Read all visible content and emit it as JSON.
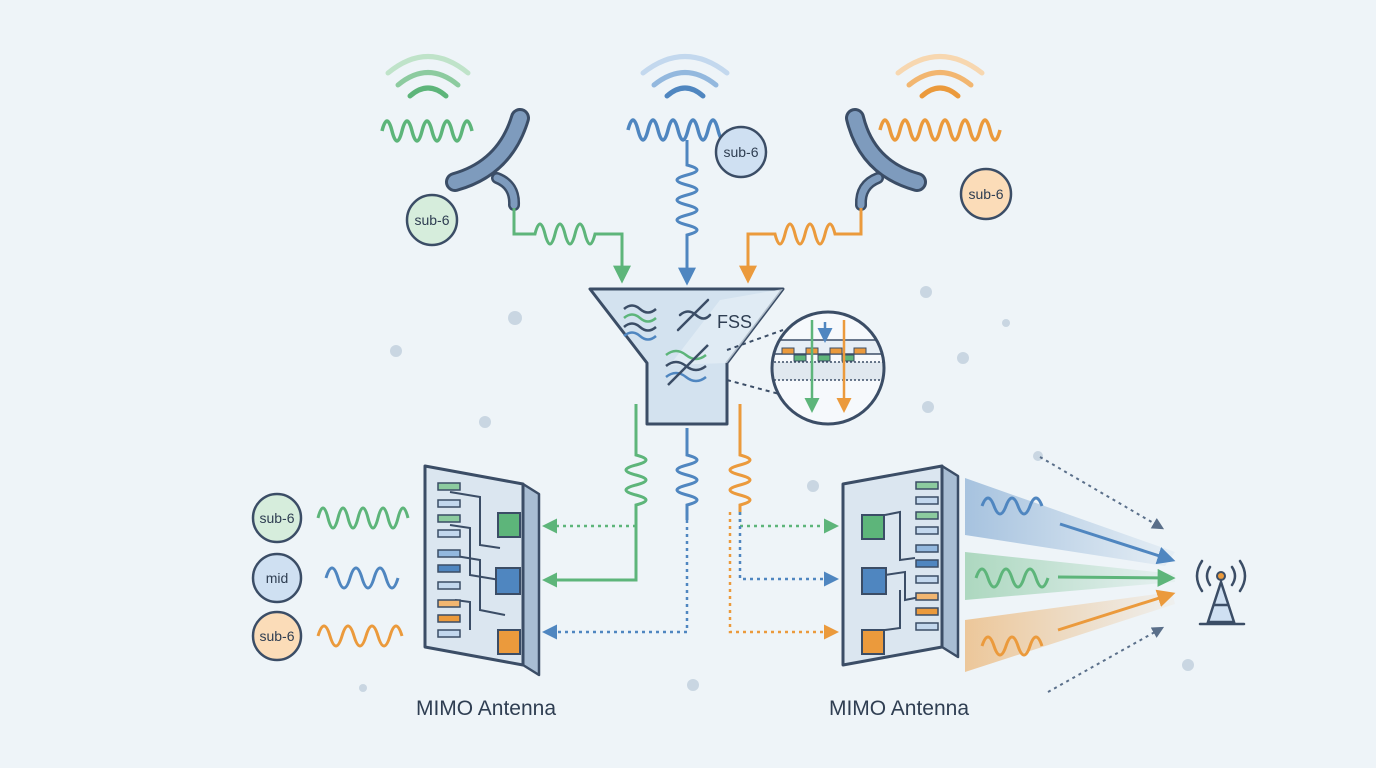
{
  "colors": {
    "background": "#eef4f8",
    "green": "#5db57a",
    "blue": "#4f86c0",
    "orange": "#eb9a3c",
    "outline": "#3b4d66",
    "panel": "#cfdeeb",
    "dish": "#7e9bbd"
  },
  "fss": {
    "label": "FSS"
  },
  "bands": {
    "top_left": "sub-6",
    "top_center": "sub-6",
    "top_right": "sub-6",
    "legend_green": "sub-6",
    "legend_blue": "mid",
    "legend_orange": "sub-6"
  },
  "antennas": {
    "left_label": "MIMO Antenna",
    "right_label": "MIMO Antenna"
  },
  "icons": {
    "dish": "satellite-dish-icon",
    "tower": "cell-tower-icon",
    "filter": "fss-funnel-icon",
    "zoom": "magnifier-detail-icon"
  }
}
